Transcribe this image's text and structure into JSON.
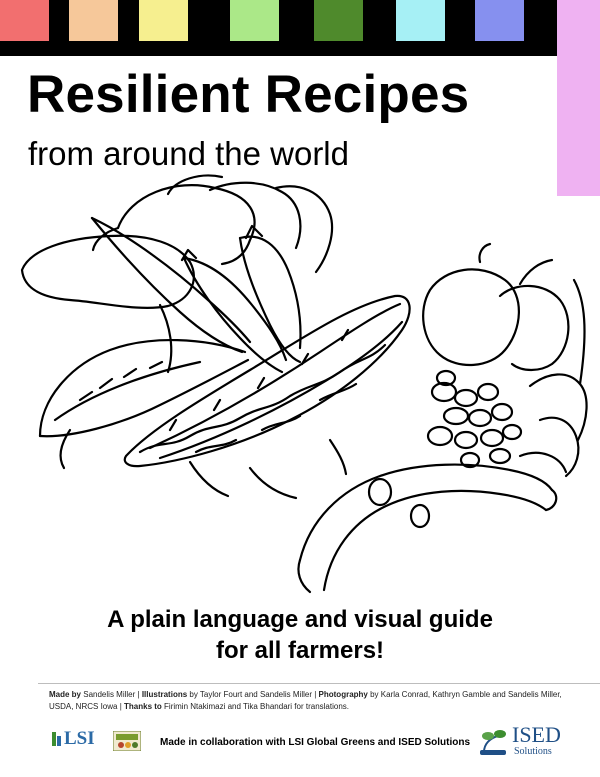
{
  "cover": {
    "title": "Resilient Recipes",
    "subtitle": "from around the world",
    "tagline_line1": "A plain language and visual guide",
    "tagline_line2": "for all farmers!"
  },
  "palette": {
    "swatches": [
      "#f26f6f",
      "#f6c89a",
      "#f6ef8f",
      "#abe888",
      "#4f8a2c",
      "#a6f0f5",
      "#8690ef"
    ],
    "side_tab": "#efb2f2",
    "bar": "#000000"
  },
  "credits": {
    "made_by_label": "Made by",
    "made_by_value": "Sandelis Miller",
    "illustrations_label": "Illustrations",
    "illustrations_value": "by Taylor Fourt and Sandelis Miller",
    "photography_label": "Photography",
    "photography_value": "by Karla Conrad, Kathryn Gamble and Sandelis Miller, USDA, NRCS Iowa",
    "thanks_label": "Thanks to",
    "thanks_value": "Firimin Ntakimazi and Tika Bhandari for translations.",
    "separator": "|"
  },
  "footer": {
    "lsi_logo_text": "LSI",
    "collab_text": "Made in collaboration with LSI Global Greens and ISED Solutions",
    "ised_logo_name": "ISED",
    "ised_logo_sub": "Solutions"
  },
  "icons": {
    "illustration": "vegetables-in-hands-line-art",
    "lsi_logo": "lsi-logo",
    "greens_logo": "global-greens-logo",
    "ised_logo": "ised-solutions-logo"
  }
}
